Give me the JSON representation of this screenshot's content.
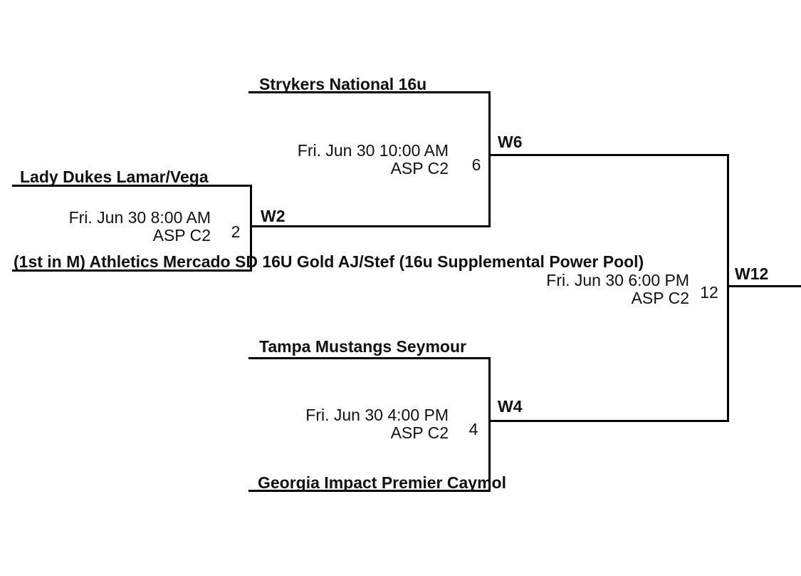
{
  "theme": {
    "background_color": "#ffffff",
    "line_color": "#000000",
    "text_color": "#111111"
  },
  "bracket": {
    "round1": {
      "game2": {
        "top_team": "Lady Dukes Lamar/Vega",
        "bottom_team": "(1st in M) Athletics Mercado SD 16U Gold AJ/Stef (16u Supplemental Power Pool)",
        "datetime": "Fri. Jun 30 8:00 AM",
        "venue": "ASP C2",
        "game_number": "2",
        "winner_label": "W2"
      }
    },
    "round2": {
      "game6": {
        "top_team": "Strykers National 16u",
        "datetime": "Fri. Jun 30 10:00 AM",
        "venue": "ASP C2",
        "game_number": "6",
        "winner_label": "W6"
      },
      "game4": {
        "top_team": "Tampa Mustangs Seymour",
        "bottom_team": "Georgia Impact Premier Caymol",
        "datetime": "Fri. Jun 30 4:00 PM",
        "venue": "ASP C2",
        "game_number": "4",
        "winner_label": "W4"
      }
    },
    "final": {
      "game12": {
        "datetime": "Fri. Jun 30 6:00 PM",
        "venue": "ASP C2",
        "game_number": "12",
        "winner_label": "W12"
      }
    }
  }
}
